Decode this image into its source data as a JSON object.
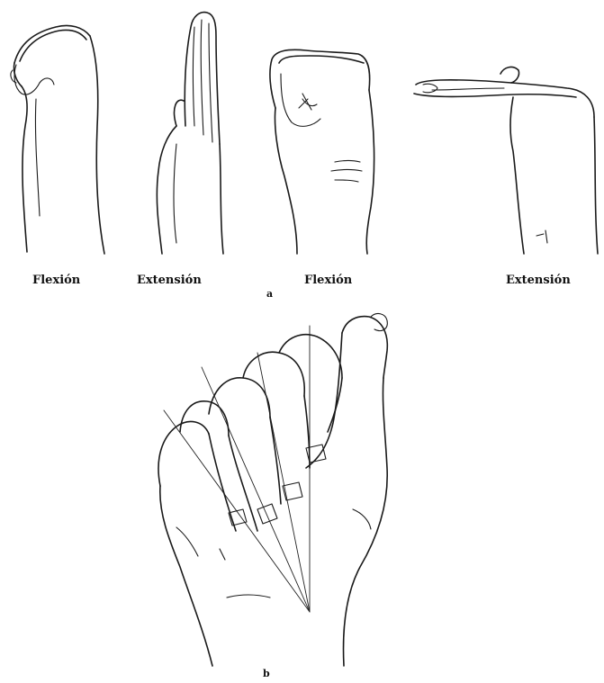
{
  "panel_a": {
    "letter": "a",
    "captions": [
      "Flexión",
      "Extensión",
      "Flexión",
      "Extensión"
    ]
  },
  "panel_b": {
    "letter": "b"
  }
}
